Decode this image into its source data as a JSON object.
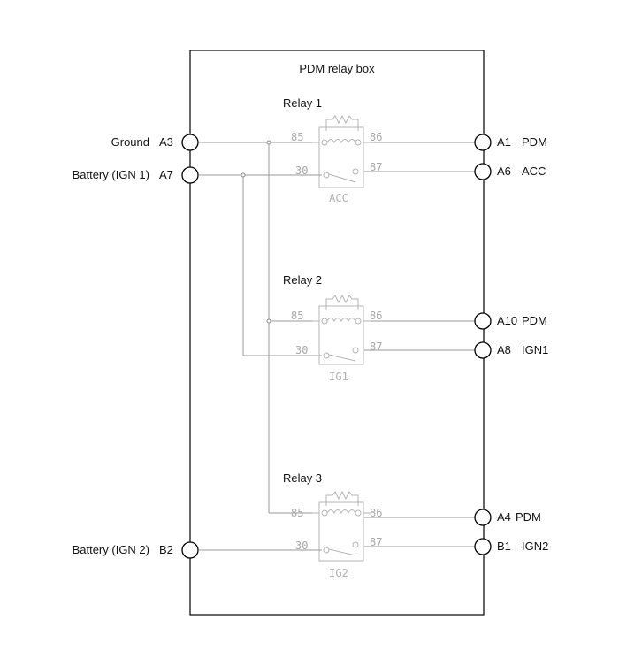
{
  "title": "PDM relay box",
  "left_terminals": [
    {
      "label": "Ground",
      "pin": "A3"
    },
    {
      "label": "Battery (IGN 1)",
      "pin": "A7"
    },
    {
      "label": "Battery (IGN 2)",
      "pin": "B2"
    }
  ],
  "right_terminals": [
    {
      "pin": "A1",
      "label": "PDM"
    },
    {
      "pin": "A6",
      "label": "ACC"
    },
    {
      "pin": "A10",
      "label": "PDM"
    },
    {
      "pin": "A8",
      "label": "IGN1"
    },
    {
      "pin": "A4",
      "label": "PDM"
    },
    {
      "pin": "B1",
      "label": "IGN2"
    }
  ],
  "relays": [
    {
      "title": "Relay 1",
      "name": "ACC",
      "pin_85": "85",
      "pin_86": "86",
      "pin_30": "30",
      "pin_87": "87"
    },
    {
      "title": "Relay 2",
      "name": "IG1",
      "pin_85": "85",
      "pin_86": "86",
      "pin_30": "30",
      "pin_87": "87"
    },
    {
      "title": "Relay 3",
      "name": "IG2",
      "pin_85": "85",
      "pin_86": "86",
      "pin_30": "30",
      "pin_87": "87"
    }
  ]
}
